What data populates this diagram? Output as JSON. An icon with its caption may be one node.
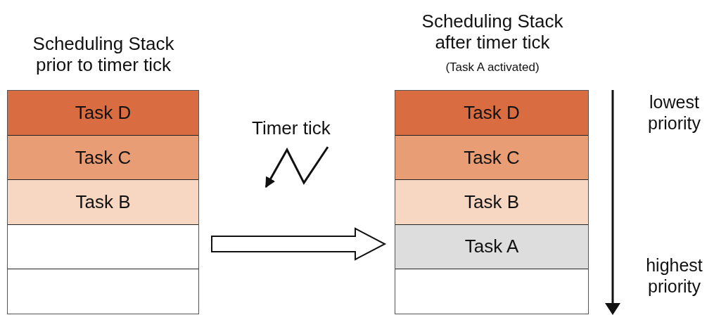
{
  "diagram": {
    "nodes": [
      {
        "text": [
          "Scheduling Stack prior to timer tick"
        ]
      },
      {
        "text": [
          "Task D"
        ],
        "in": 0
      },
      {
        "text": [
          "Task C"
        ],
        "in": 0
      },
      {
        "text": [
          "Task B"
        ],
        "in": 0
      },
      {
        "text": [],
        "shape": "box",
        "in": 0
      },
      {
        "text": [],
        "shape": "box",
        "in": 0
      },
      {
        "text": [
          "Scheduling Stack after timer tick",
          "(Task A activated)"
        ]
      },
      {
        "text": [
          "Task D"
        ],
        "in": 6
      },
      {
        "text": [
          "Task C"
        ],
        "in": 6
      },
      {
        "text": [
          "Task B"
        ],
        "in": 6
      },
      {
        "text": [
          "Task A"
        ],
        "in": 6
      },
      {
        "text": [],
        "shape": "box",
        "in": 6
      },
      {
        "text": [
          "Timer tick"
        ]
      }
    ],
    "edges": [
      {
        "from": 0,
        "to": 6,
        "arrow": "to",
        "style": "thick"
      },
      {
        "from": 12,
        "to": null,
        "arrow": "to"
      }
    ],
    "labels": [
      "lowest priority",
      "highest priority"
    ]
  }
}
